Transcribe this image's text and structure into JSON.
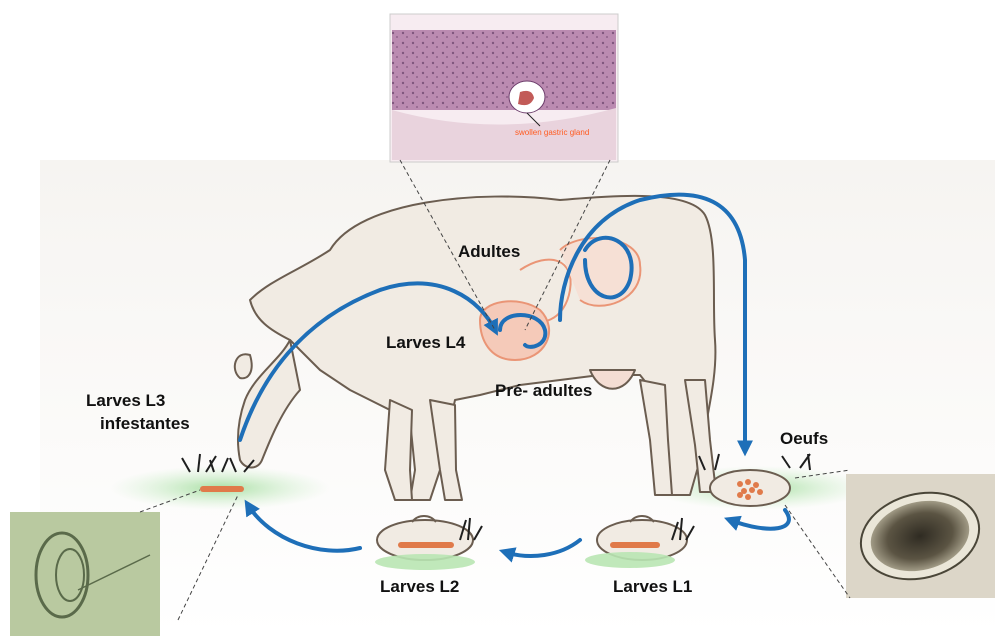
{
  "labels": {
    "adultes": "Adultes",
    "larves_l4": "Larves L4",
    "pre_adultes": "Pré- adultes",
    "larves_l3_line1": "Larves L3",
    "larves_l3_line2": "infestantes",
    "oeufs": "Oeufs",
    "larves_l2": "Larves L2",
    "larves_l1": "Larves L1"
  },
  "micrograph": {
    "caption": "swollen gastric gland"
  },
  "colors": {
    "arrow": "#1e6fb8",
    "larva": "#e07a4a",
    "grass": "#8fd08f",
    "cow_fill": "#f1ebe3",
    "cow_outline": "#6b5d50",
    "organ": "#f0a488"
  }
}
